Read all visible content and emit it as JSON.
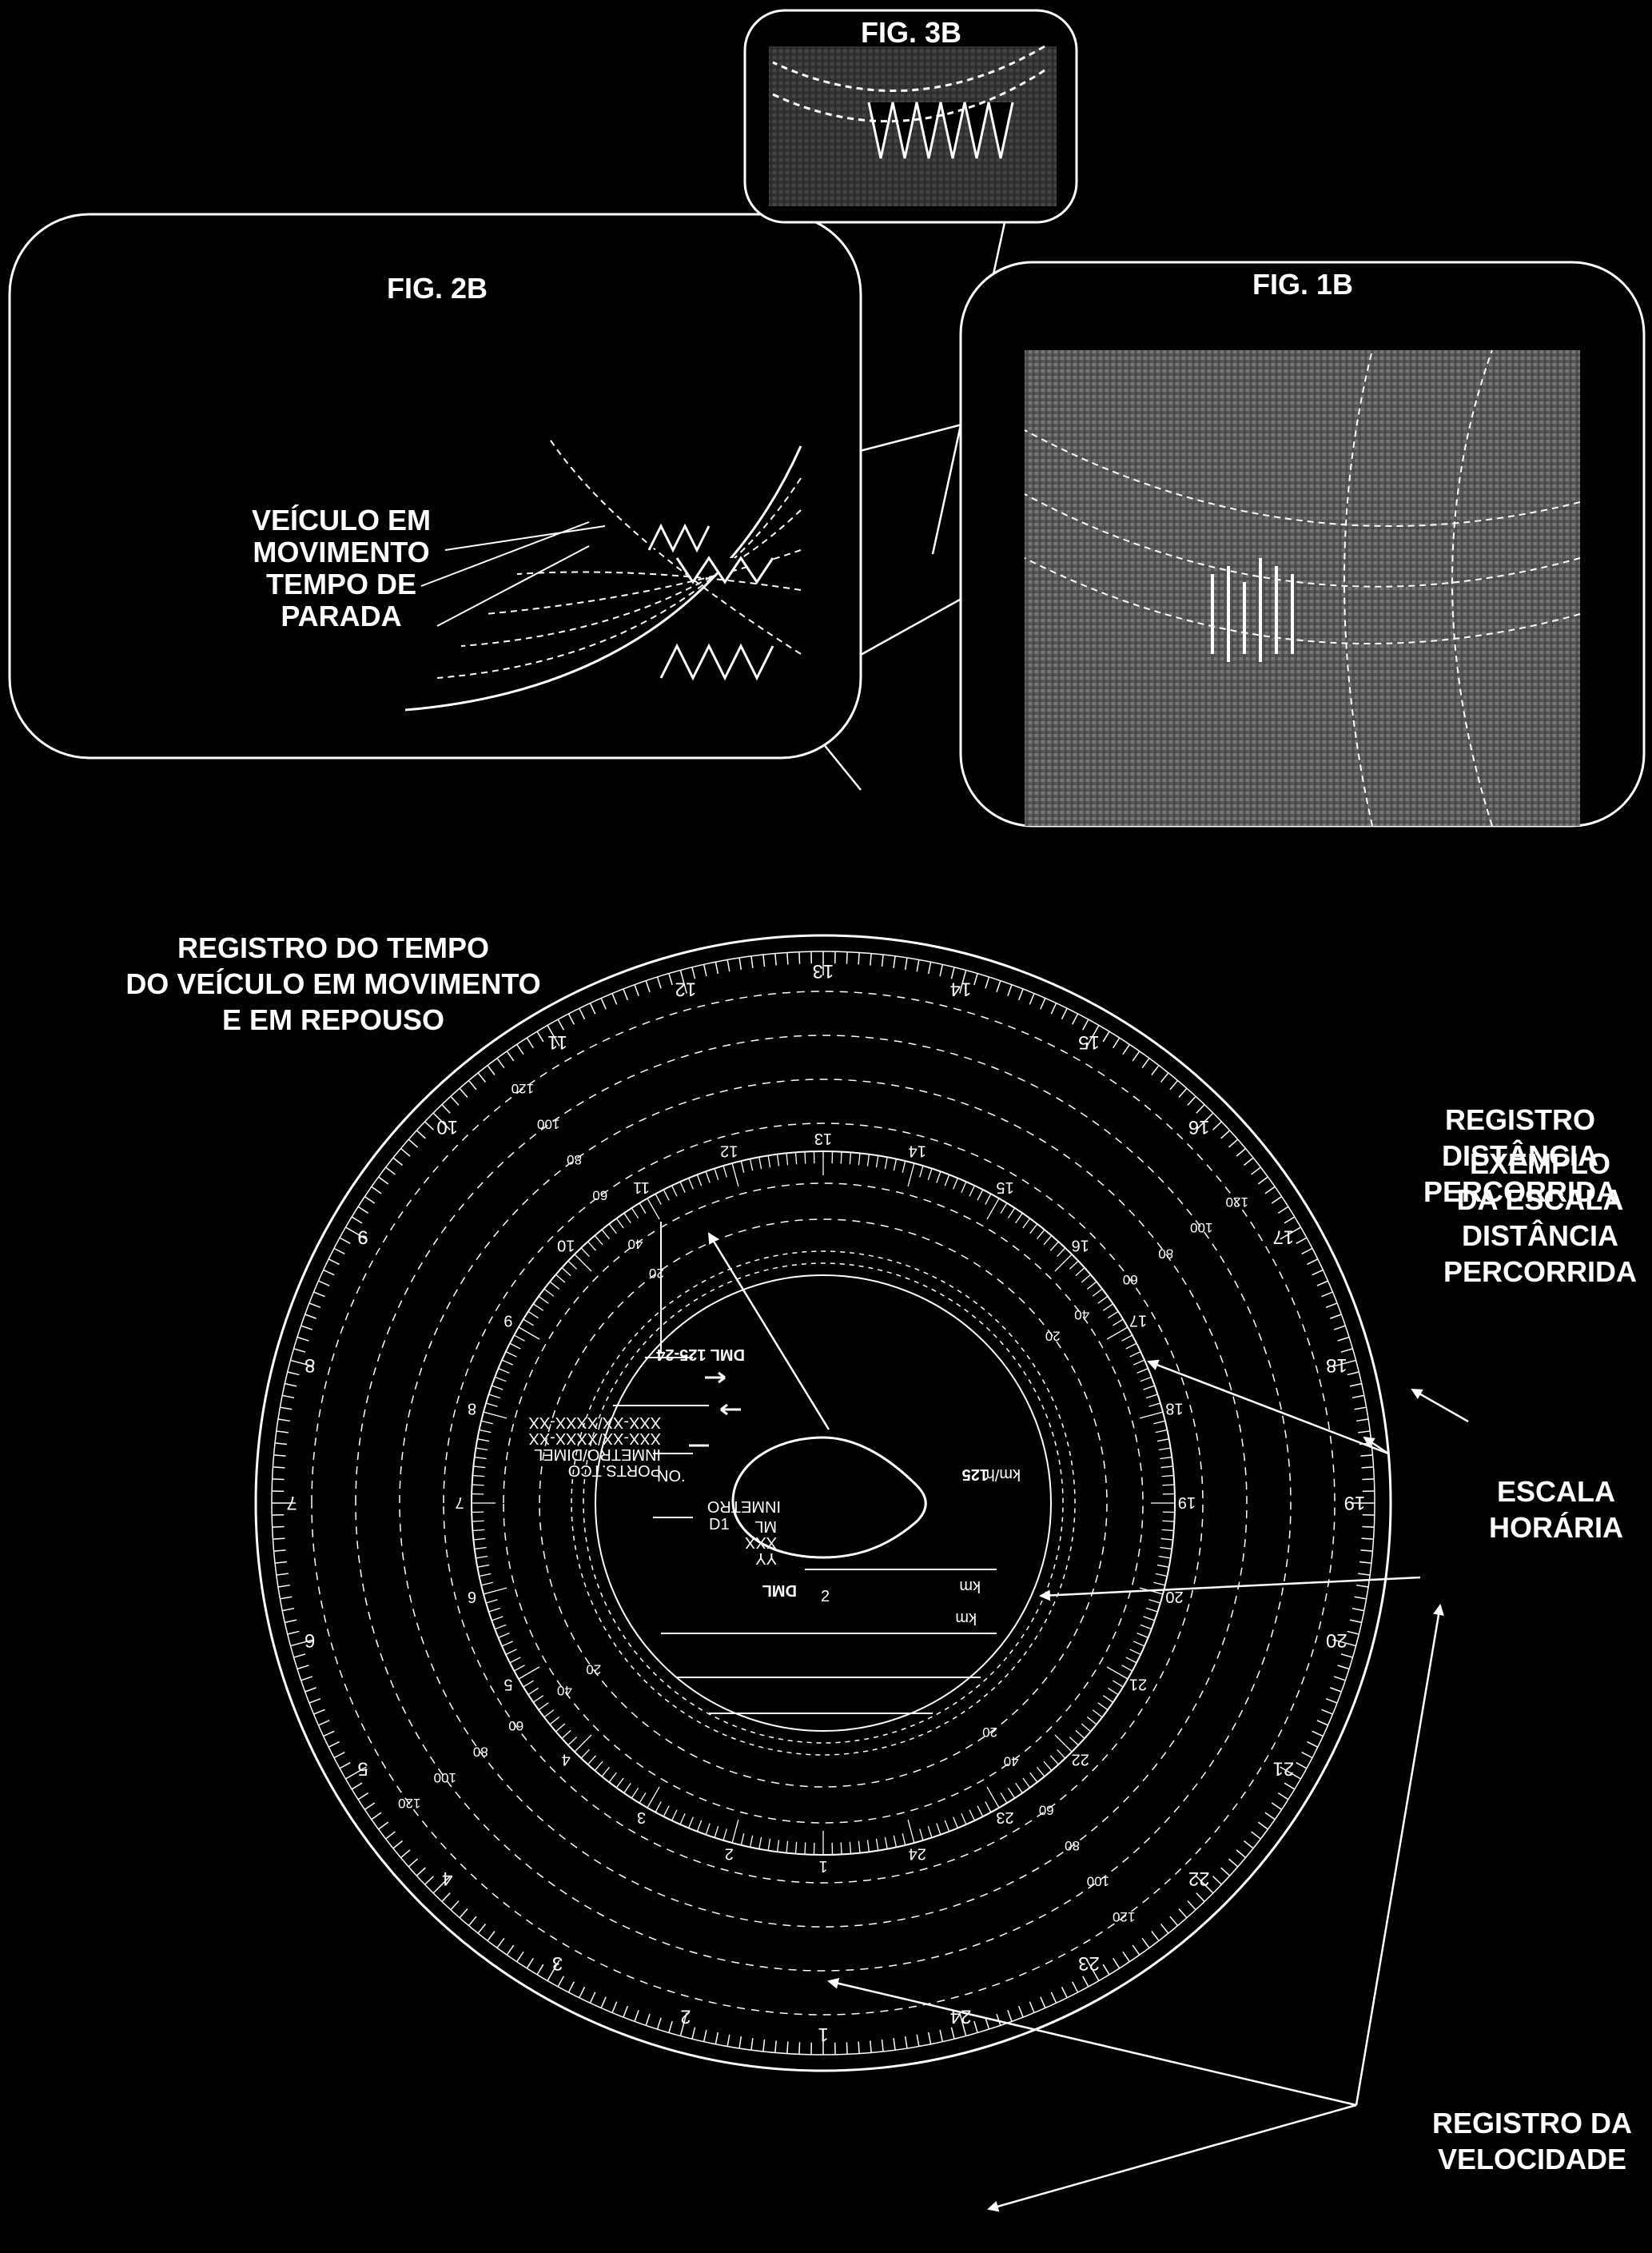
{
  "callouts": {
    "speed": [
      "REGISTRO DA",
      "VELOCIDADE"
    ],
    "hourly": [
      "ESCALA",
      "HORÁRIA"
    ],
    "scale_example": [
      "EXEMPLO",
      "DA ESCALA",
      "DISTÂNCIA",
      "PERCORRIDA"
    ],
    "distance": [
      "REGISTRO",
      "DISTÂNCIA",
      "PERCORRIDA"
    ],
    "time": [
      "REGISTRO DO TEMPO",
      "DO VEÍCULO EM MOVIMENTO",
      "E EM REPOUSO"
    ]
  },
  "figures": {
    "fig1": "FIG. 1B",
    "fig2": "FIG. 2B",
    "fig3": "FIG. 3B"
  },
  "fig2_labels": [
    "VEÍCULO EM",
    "MOVIMENTO",
    "TEMPO DE",
    "PARADA"
  ],
  "disc": {
    "brand": "DML",
    "model": "DML 125-24",
    "unit_km": "km",
    "scale_value": "125",
    "scale_unit": "km/h",
    "fields": [
      "NO.",
      "PORTS.TCO",
      "INMETRO/DIMEL",
      "XXX-XX/XXXX-XX",
      "XXX-XX/XXXX-XX"
    ],
    "inmetro": "INMETRO",
    "ml": "ML",
    "xxx": "XXX",
    "yy": "YY",
    "d1": "D1",
    "two": "2",
    "hours": [
      "1",
      "2",
      "3",
      "4",
      "5",
      "6",
      "7",
      "8",
      "9",
      "10",
      "11",
      "12",
      "13",
      "14",
      "15",
      "16",
      "17",
      "18",
      "19",
      "20",
      "21",
      "22",
      "23",
      "24"
    ],
    "speed_ticks": [
      "20",
      "40",
      "60",
      "80",
      "100",
      "120"
    ]
  },
  "colors": {
    "background": "#000000",
    "foreground": "#ffffff"
  }
}
